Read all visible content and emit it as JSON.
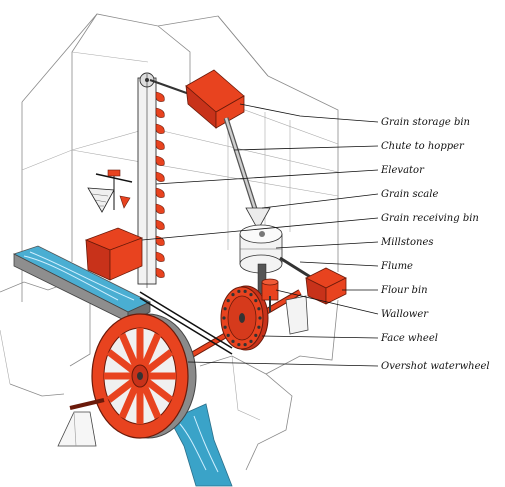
{
  "diagram": {
    "labels": [
      "Grain storage bin",
      "Chute to hopper",
      "Elevator",
      "Grain scale",
      "Grain receiving bin",
      "Millstones",
      "Flume",
      "Flour bin",
      "Wallower",
      "Face wheel",
      "Overshot waterwheel"
    ]
  },
  "colors": {
    "machinery": "#e8431f",
    "water": "#3aa3c8",
    "building_lines": "#8a8a8a"
  }
}
